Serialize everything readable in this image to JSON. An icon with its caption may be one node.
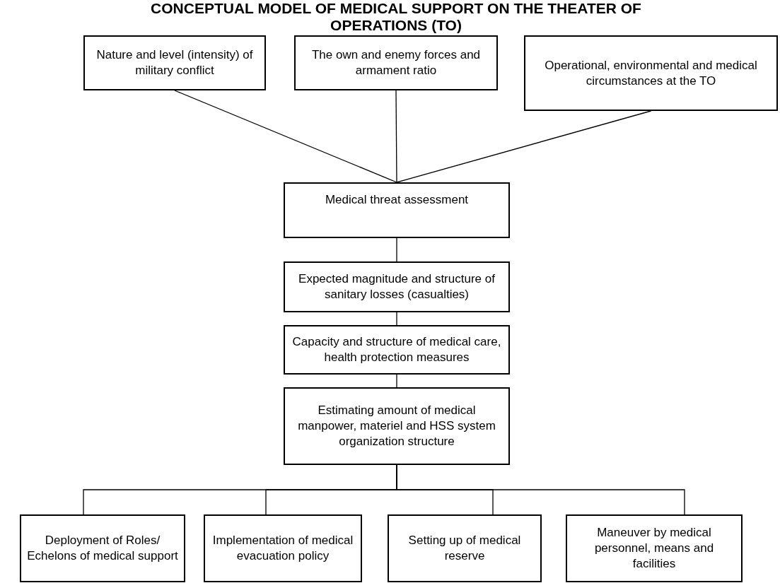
{
  "diagram": {
    "title": "CONCEPTUAL MODEL OF MEDICAL SUPPORT ON THE THEATER OF OPERATIONS (TO)",
    "nodes": [
      {
        "text": [
          "Nature and level (intensity) of military conflict"
        ]
      },
      {
        "text": [
          "The own and enemy forces and armament ratio"
        ]
      },
      {
        "text": [
          "Operational, environmental and medical circumstances at the TO"
        ]
      },
      {
        "text": [
          "Medical threat assessment"
        ]
      },
      {
        "text": [
          "Expected magnitude and structure of sanitary losses (casualties)"
        ]
      },
      {
        "text": [
          "Capacity and structure of medical care, health protection measures"
        ]
      },
      {
        "text": [
          "Estimating amount of medical manpower, materiel and HSS system organization structure"
        ]
      },
      {
        "text": [
          "Deployment of Roles/ Echelons of medical support"
        ]
      },
      {
        "text": [
          "Implementation of medical evacuation policy"
        ]
      },
      {
        "text": [
          "Setting up of medical reserve"
        ]
      },
      {
        "text": [
          "Maneuver by medical personnel, means and facilities"
        ]
      }
    ],
    "edges": [
      {
        "from": 0,
        "to": 3,
        "arrow": "none"
      },
      {
        "from": 1,
        "to": 3,
        "arrow": "none"
      },
      {
        "from": 2,
        "to": 3,
        "arrow": "none"
      },
      {
        "from": 3,
        "to": 4,
        "arrow": "none"
      },
      {
        "from": 4,
        "to": 5,
        "arrow": "none"
      },
      {
        "from": 5,
        "to": 6,
        "arrow": "none"
      },
      {
        "from": 6,
        "to": 7,
        "arrow": "none"
      },
      {
        "from": 6,
        "to": 8,
        "arrow": "none"
      },
      {
        "from": 6,
        "to": 9,
        "arrow": "none"
      },
      {
        "from": 6,
        "to": 10,
        "arrow": "none"
      }
    ]
  }
}
